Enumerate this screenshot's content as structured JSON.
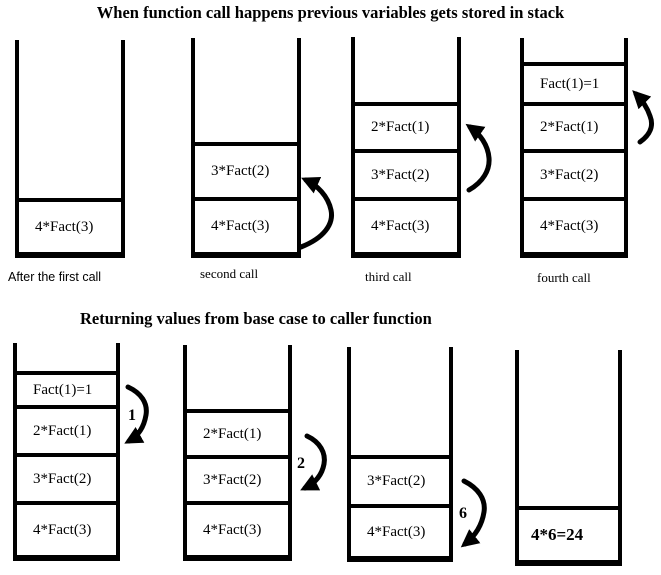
{
  "colors": {
    "ink": "#000000",
    "background": "#ffffff"
  },
  "sections": [
    {
      "title": "When function call happens previous variables gets stored in stack",
      "stacks": [
        {
          "caption": "After the first call",
          "frames": [
            "4*Fact(3)"
          ]
        },
        {
          "caption": "second call",
          "frames": [
            "3*Fact(2)",
            "4*Fact(3)"
          ]
        },
        {
          "caption": "third call",
          "frames": [
            "2*Fact(1)",
            "3*Fact(2)",
            "4*Fact(3)"
          ]
        },
        {
          "caption": "fourth call",
          "frames": [
            "Fact(1)=1",
            "2*Fact(1)",
            "3*Fact(2)",
            "4*Fact(3)"
          ]
        }
      ]
    },
    {
      "title": "Returning values from base case to caller function",
      "stacks": [
        {
          "frames": [
            "Fact(1)=1",
            "2*Fact(1)",
            "3*Fact(2)",
            "4*Fact(3)"
          ],
          "return_value": "1"
        },
        {
          "frames": [
            "2*Fact(1)",
            "3*Fact(2)",
            "4*Fact(3)"
          ],
          "return_value": "2"
        },
        {
          "frames": [
            "3*Fact(2)",
            "4*Fact(3)"
          ],
          "return_value": "6"
        },
        {
          "frames": [
            "4*6=24"
          ]
        }
      ]
    }
  ]
}
